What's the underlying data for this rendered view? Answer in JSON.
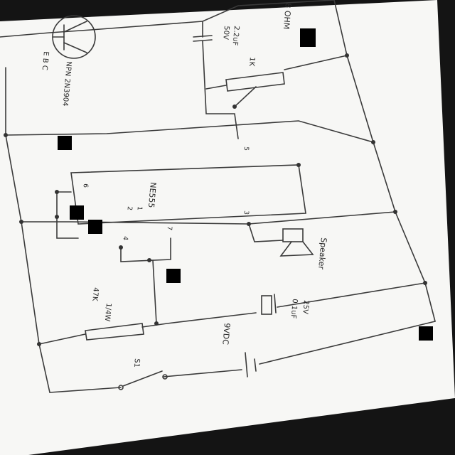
{
  "sheet": {
    "paper_color": "#f7f7f5",
    "ink_color": "#333333",
    "background_color": "#141414"
  },
  "labels": {
    "transistor_pins": "E B C",
    "transistor_part": "NPN 2N3904",
    "cap_top_value": "2.2uF",
    "cap_top_voltage": "50V",
    "trimmer_value": "1K",
    "speaker_load": "8 OHM",
    "ic_name": "NE555",
    "ic_pin_1": "1",
    "ic_pin_2": "2",
    "ic_pin_3": "3",
    "ic_pin_4": "4",
    "ic_pin_5": "5",
    "ic_pin_6": "6",
    "ic_pin_7": "7",
    "speaker_name": "Speaker",
    "resistor_value": "47K",
    "resistor_tolerance": "1/4W",
    "battery_voltage": "9VDC",
    "cap_bottom_value": "0.1uF",
    "cap_bottom_voltage": "25V",
    "switch_label": "S1"
  }
}
